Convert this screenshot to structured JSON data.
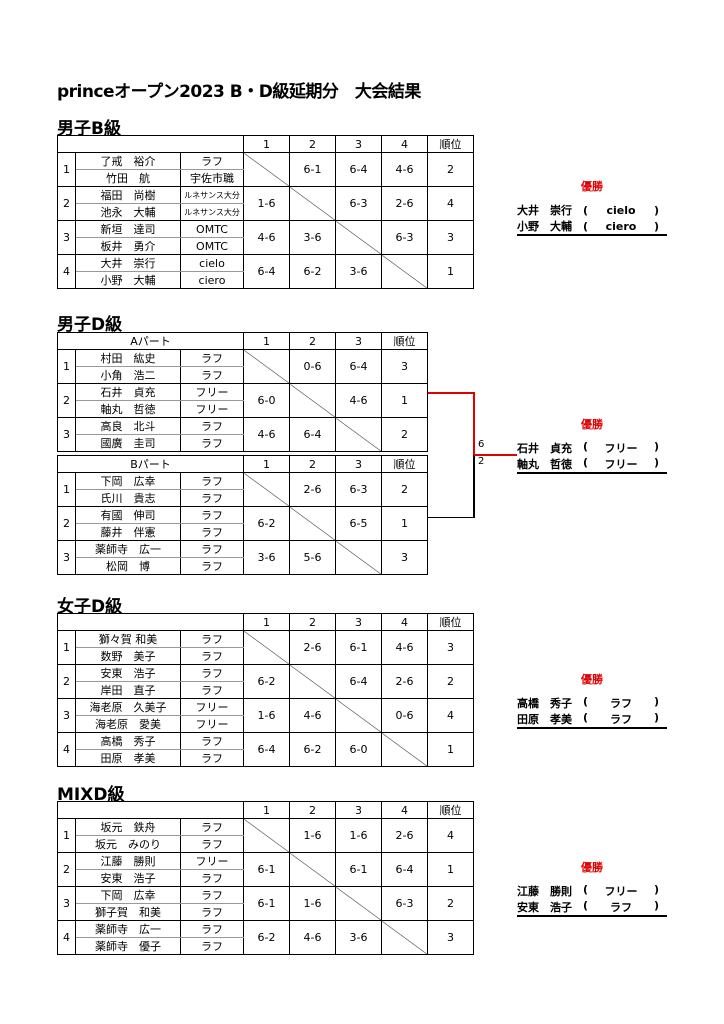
{
  "title": "princeオープン2023 B・D級延期分　大会結果",
  "rank_header": "順位",
  "winner_label": "優勝",
  "mens_b": {
    "heading": "男子B級",
    "part": "",
    "cols": [
      "1",
      "2",
      "3",
      "4"
    ],
    "teams": [
      {
        "no": "1",
        "p": [
          [
            "了戒　裕介",
            "ラフ"
          ],
          [
            "竹田　航",
            "宇佐市職"
          ]
        ],
        "scores": [
          "",
          "6-1",
          "6-4",
          "4-6"
        ],
        "rank": "2"
      },
      {
        "no": "2",
        "p": [
          [
            "福田　尚樹",
            "ルネサンス大分"
          ],
          [
            "池永　大輔",
            "ルネサンス大分"
          ]
        ],
        "scores": [
          "1-6",
          "",
          "6-3",
          "2-6"
        ],
        "rank": "4"
      },
      {
        "no": "3",
        "p": [
          [
            "新垣　達司",
            "OMTC"
          ],
          [
            "板井　勇介",
            "OMTC"
          ]
        ],
        "scores": [
          "4-6",
          "3-6",
          "",
          "6-3"
        ],
        "rank": "3"
      },
      {
        "no": "4",
        "p": [
          [
            "大井　崇行",
            "cielo"
          ],
          [
            "小野　大輔",
            "ciero"
          ]
        ],
        "scores": [
          "6-4",
          "6-2",
          "3-6",
          ""
        ],
        "rank": "1"
      }
    ],
    "winner": [
      [
        "大井　崇行",
        "cielo"
      ],
      [
        "小野　大輔",
        "ciero"
      ]
    ]
  },
  "mens_d": {
    "heading": "男子D級",
    "a": {
      "part": "Aパート",
      "cols": [
        "1",
        "2",
        "3"
      ],
      "teams": [
        {
          "no": "1",
          "p": [
            [
              "村田　紘史",
              "ラフ"
            ],
            [
              "小角　浩二",
              "ラフ"
            ]
          ],
          "scores": [
            "",
            "0-6",
            "6-4"
          ],
          "rank": "3"
        },
        {
          "no": "2",
          "p": [
            [
              "石井　貞充",
              "フリー"
            ],
            [
              "軸丸　哲徳",
              "フリー"
            ]
          ],
          "scores": [
            "6-0",
            "",
            "4-6"
          ],
          "rank": "1"
        },
        {
          "no": "3",
          "p": [
            [
              "高良　北斗",
              "ラフ"
            ],
            [
              "國廣　圭司",
              "ラフ"
            ]
          ],
          "scores": [
            "4-6",
            "6-4",
            ""
          ],
          "rank": "2"
        }
      ]
    },
    "b": {
      "part": "Bパート",
      "cols": [
        "1",
        "2",
        "3"
      ],
      "teams": [
        {
          "no": "1",
          "p": [
            [
              "下岡　広幸",
              "ラフ"
            ],
            [
              "氏川　貴志",
              "ラフ"
            ]
          ],
          "scores": [
            "",
            "2-6",
            "6-3"
          ],
          "rank": "2"
        },
        {
          "no": "2",
          "p": [
            [
              "有國　伸司",
              "ラフ"
            ],
            [
              "藤井　伴憲",
              "ラフ"
            ]
          ],
          "scores": [
            "6-2",
            "",
            "6-5"
          ],
          "rank": "1"
        },
        {
          "no": "3",
          "p": [
            [
              "薬師寺　広一",
              "ラフ"
            ],
            [
              "松岡　博",
              "ラフ"
            ]
          ],
          "scores": [
            "3-6",
            "5-6",
            ""
          ],
          "rank": "3"
        }
      ]
    },
    "final_scores": [
      "6",
      "2"
    ],
    "winner": [
      [
        "石井　貞充",
        "フリー"
      ],
      [
        "軸丸　哲徳",
        "フリー"
      ]
    ]
  },
  "womens_d": {
    "heading": "女子D級",
    "part": "",
    "cols": [
      "1",
      "2",
      "3",
      "4"
    ],
    "teams": [
      {
        "no": "1",
        "p": [
          [
            "獅々賀 和美",
            "ラフ"
          ],
          [
            "数野　美子",
            "ラフ"
          ]
        ],
        "scores": [
          "",
          "2-6",
          "6-1",
          "4-6"
        ],
        "rank": "3"
      },
      {
        "no": "2",
        "p": [
          [
            "安東　浩子",
            "ラフ"
          ],
          [
            "岸田　直子",
            "ラフ"
          ]
        ],
        "scores": [
          "6-2",
          "",
          "6-4",
          "2-6"
        ],
        "rank": "2"
      },
      {
        "no": "3",
        "p": [
          [
            "海老原　久美子",
            "フリー"
          ],
          [
            "海老原　愛美",
            "フリー"
          ]
        ],
        "scores": [
          "1-6",
          "4-6",
          "",
          "0-6"
        ],
        "rank": "4"
      },
      {
        "no": "4",
        "p": [
          [
            "高橋　秀子",
            "ラフ"
          ],
          [
            "田原　孝美",
            "ラフ"
          ]
        ],
        "scores": [
          "6-4",
          "6-2",
          "6-0",
          ""
        ],
        "rank": "1"
      }
    ],
    "winner": [
      [
        "高橋　秀子",
        "ラフ"
      ],
      [
        "田原　孝美",
        "ラフ"
      ]
    ]
  },
  "mixd": {
    "heading": "MIXD級",
    "part": "",
    "cols": [
      "1",
      "2",
      "3",
      "4"
    ],
    "teams": [
      {
        "no": "1",
        "p": [
          [
            "坂元　鉄舟",
            "ラフ"
          ],
          [
            "坂元　みのり",
            "ラフ"
          ]
        ],
        "scores": [
          "",
          "1-6",
          "1-6",
          "2-6"
        ],
        "rank": "4"
      },
      {
        "no": "2",
        "p": [
          [
            "江藤　勝則",
            "フリー"
          ],
          [
            "安東　浩子",
            "ラフ"
          ]
        ],
        "scores": [
          "6-1",
          "",
          "6-1",
          "6-4"
        ],
        "rank": "1"
      },
      {
        "no": "3",
        "p": [
          [
            "下岡　広幸",
            "ラフ"
          ],
          [
            "獅子賀　和美",
            "ラフ"
          ]
        ],
        "scores": [
          "6-1",
          "1-6",
          "",
          "6-3"
        ],
        "rank": "2"
      },
      {
        "no": "4",
        "p": [
          [
            "薬師寺　広一",
            "ラフ"
          ],
          [
            "薬師寺　優子",
            "ラフ"
          ]
        ],
        "scores": [
          "6-2",
          "4-6",
          "3-6",
          ""
        ],
        "rank": "3"
      }
    ],
    "winner": [
      [
        "江藤　勝則",
        "フリー"
      ],
      [
        "安東　浩子",
        "ラフ"
      ]
    ]
  },
  "colors": {
    "winner": "#e00000",
    "bracket_red": "#e00000"
  }
}
